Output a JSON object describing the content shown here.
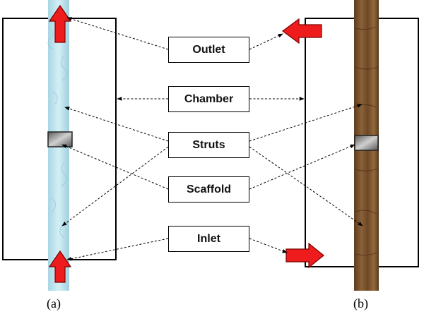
{
  "labels": {
    "outlet": "Outlet",
    "chamber": "Chamber",
    "struts": "Struts",
    "scaffold": "Scaffold",
    "inlet": "Inlet"
  },
  "captions": {
    "a": "(a)",
    "b": "(b)"
  },
  "colors": {
    "fluid_column": "#b9e2ec",
    "wood_column": "#7a5230",
    "arrow_fill": "#ee1c1c",
    "scaffold_fill": "#8c8c8c"
  }
}
